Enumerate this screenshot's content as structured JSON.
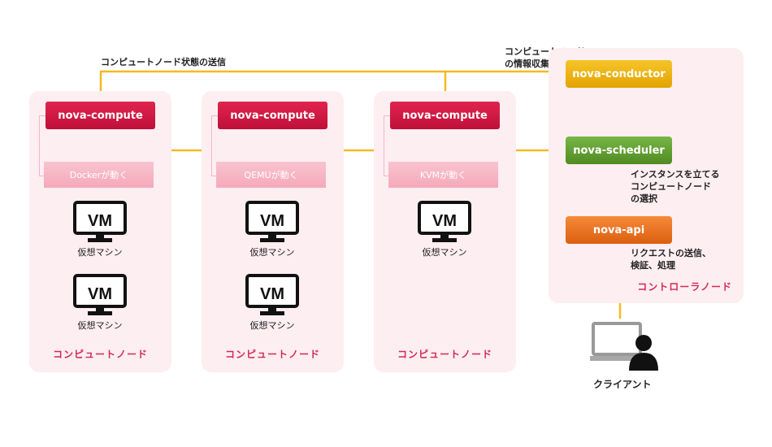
{
  "top_labels": {
    "status_send": "コンピュートノード状態の送信",
    "info_collect_line1": "コンピュートノード",
    "info_collect_line2": "の情報収集"
  },
  "compute_nodes": [
    {
      "service": "nova-compute",
      "hypervisor": "Dockerが動く",
      "vms": [
        "仮想マシン",
        "仮想マシン"
      ],
      "label": "コンピュートノード"
    },
    {
      "service": "nova-compute",
      "hypervisor": "QEMUが動く",
      "vms": [
        "仮想マシン",
        "仮想マシン"
      ],
      "label": "コンピュートノード"
    },
    {
      "service": "nova-compute",
      "hypervisor": "KVMが動く",
      "vms": [
        "仮想マシン"
      ],
      "label": "コンピュートノード"
    }
  ],
  "vm_icon_text": "VM",
  "controller": {
    "label": "コントローラノード",
    "conductor": "nova-conductor",
    "scheduler": "nova-scheduler",
    "api": "nova-api",
    "scheduler_note": [
      "インスタンスを立てる",
      "コンピュートノード",
      "の選択"
    ],
    "api_note": [
      "リクエストの送信、",
      "検証、処理"
    ]
  },
  "client_label": "クライアント",
  "colors": {
    "arrow": "#f5b921",
    "compute_red": "#d01a44",
    "conductor_yellow": "#e9ab06",
    "scheduler_green": "#5e9d2d",
    "api_orange": "#e8701e",
    "panel_bg": "#fdeef2",
    "label_red": "#d42a52"
  }
}
